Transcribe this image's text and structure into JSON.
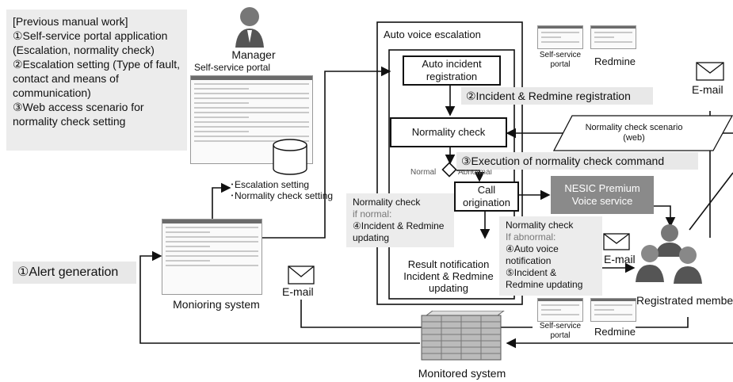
{
  "manual_work": {
    "title": "[Previous manual work]",
    "item1": "①Self-service portal application (Escalation, normality check)",
    "item2": "②Escalation setting (Type of fault, contact and means of communication)",
    "item3": "③Web access scenario for normality check setting"
  },
  "manager": {
    "label": "Manager",
    "portal_label": "Self-service portal"
  },
  "db_labels": {
    "line1": "･Escalation setting",
    "line2": "･Normality check setting"
  },
  "alert": {
    "label": "①Alert generation"
  },
  "monitoring": {
    "label": "Monioring system"
  },
  "monitored": {
    "label": "Monitored system"
  },
  "email": {
    "left": "E-mail",
    "right": "E-mail",
    "top_right": "E-mail"
  },
  "escalation": {
    "title": "Auto voice escalation",
    "auto_incident": "Auto incident registration",
    "normality_check": "Normality check",
    "call_origination": "Call origination",
    "result_notification": "Result notification Incident & Redmine updating",
    "normal": "Normal",
    "abnormal": "Abnormal"
  },
  "steps": {
    "step2": "②Incident & Redmine registration",
    "step3": "③Execution of normality check command"
  },
  "scenario": {
    "label": "Normality check scenario (web)"
  },
  "nesic": {
    "label": "NESIC Premium Voice service"
  },
  "normal_callout": {
    "title": "Normality check",
    "sub": "if normal:",
    "item": "④Incident & Redmine updating"
  },
  "abnormal_callout": {
    "title": "Normality check",
    "sub": "If abnormal:",
    "item4": "④Auto voice notification",
    "item5": "⑤Incident & Redmine updating"
  },
  "thumbs": {
    "portal": "Self-service portal",
    "redmine": "Redmine"
  },
  "members": {
    "label": "Registrated membe"
  },
  "colors": {
    "nesic_bg": "#8a8a8a",
    "panel": "#ececec",
    "line": "#111111"
  }
}
